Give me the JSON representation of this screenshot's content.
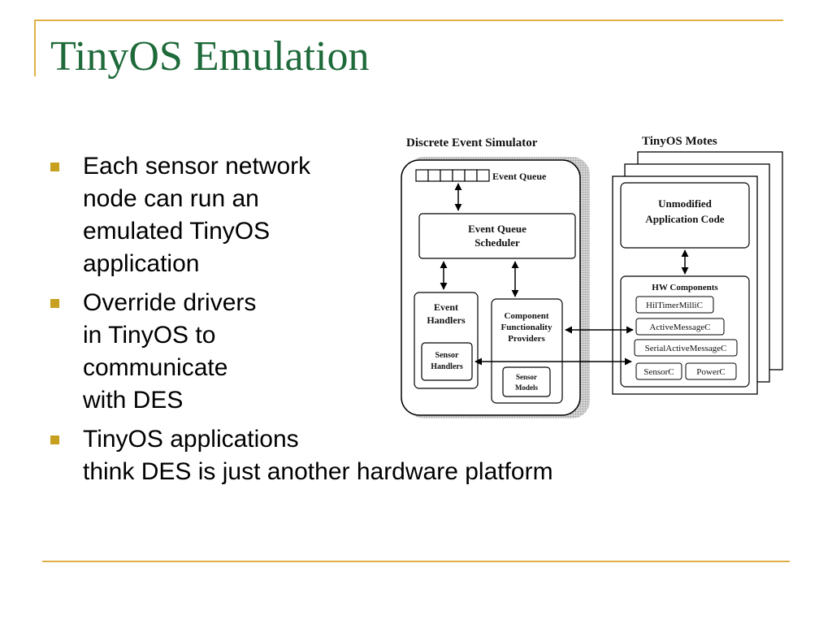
{
  "slide": {
    "title": "TinyOS Emulation",
    "bullets": [
      "Each sensor network\nnode can run an\nemulated TinyOS\napplication",
      "Override drivers\nin TinyOS to\ncommunicate\nwith DES",
      "TinyOS applications\nthink DES is just another hardware platform"
    ]
  },
  "diagram": {
    "des_title": "Discrete Event Simulator",
    "motes_title": "TinyOS Motes",
    "event_queue": "Event Queue",
    "scheduler": [
      "Event Queue",
      "Scheduler"
    ],
    "event_handlers": [
      "Event",
      "Handlers"
    ],
    "sensor_handlers": [
      "Sensor",
      "Handlers"
    ],
    "component_providers": [
      "Component",
      "Functionality",
      "Providers"
    ],
    "sensor_models": [
      "Sensor",
      "Models"
    ],
    "app_code": [
      "Unmodified",
      "Application Code"
    ],
    "hw_components": "HW Components",
    "hw_items": [
      "HilTimerMilliC",
      "ActiveMessageC",
      "SerialActiveMessageC",
      "SensorC",
      "PowerC"
    ]
  },
  "colors": {
    "title": "#1e6a3a",
    "accent": "#e0b046",
    "bullet": "#c8a020"
  }
}
